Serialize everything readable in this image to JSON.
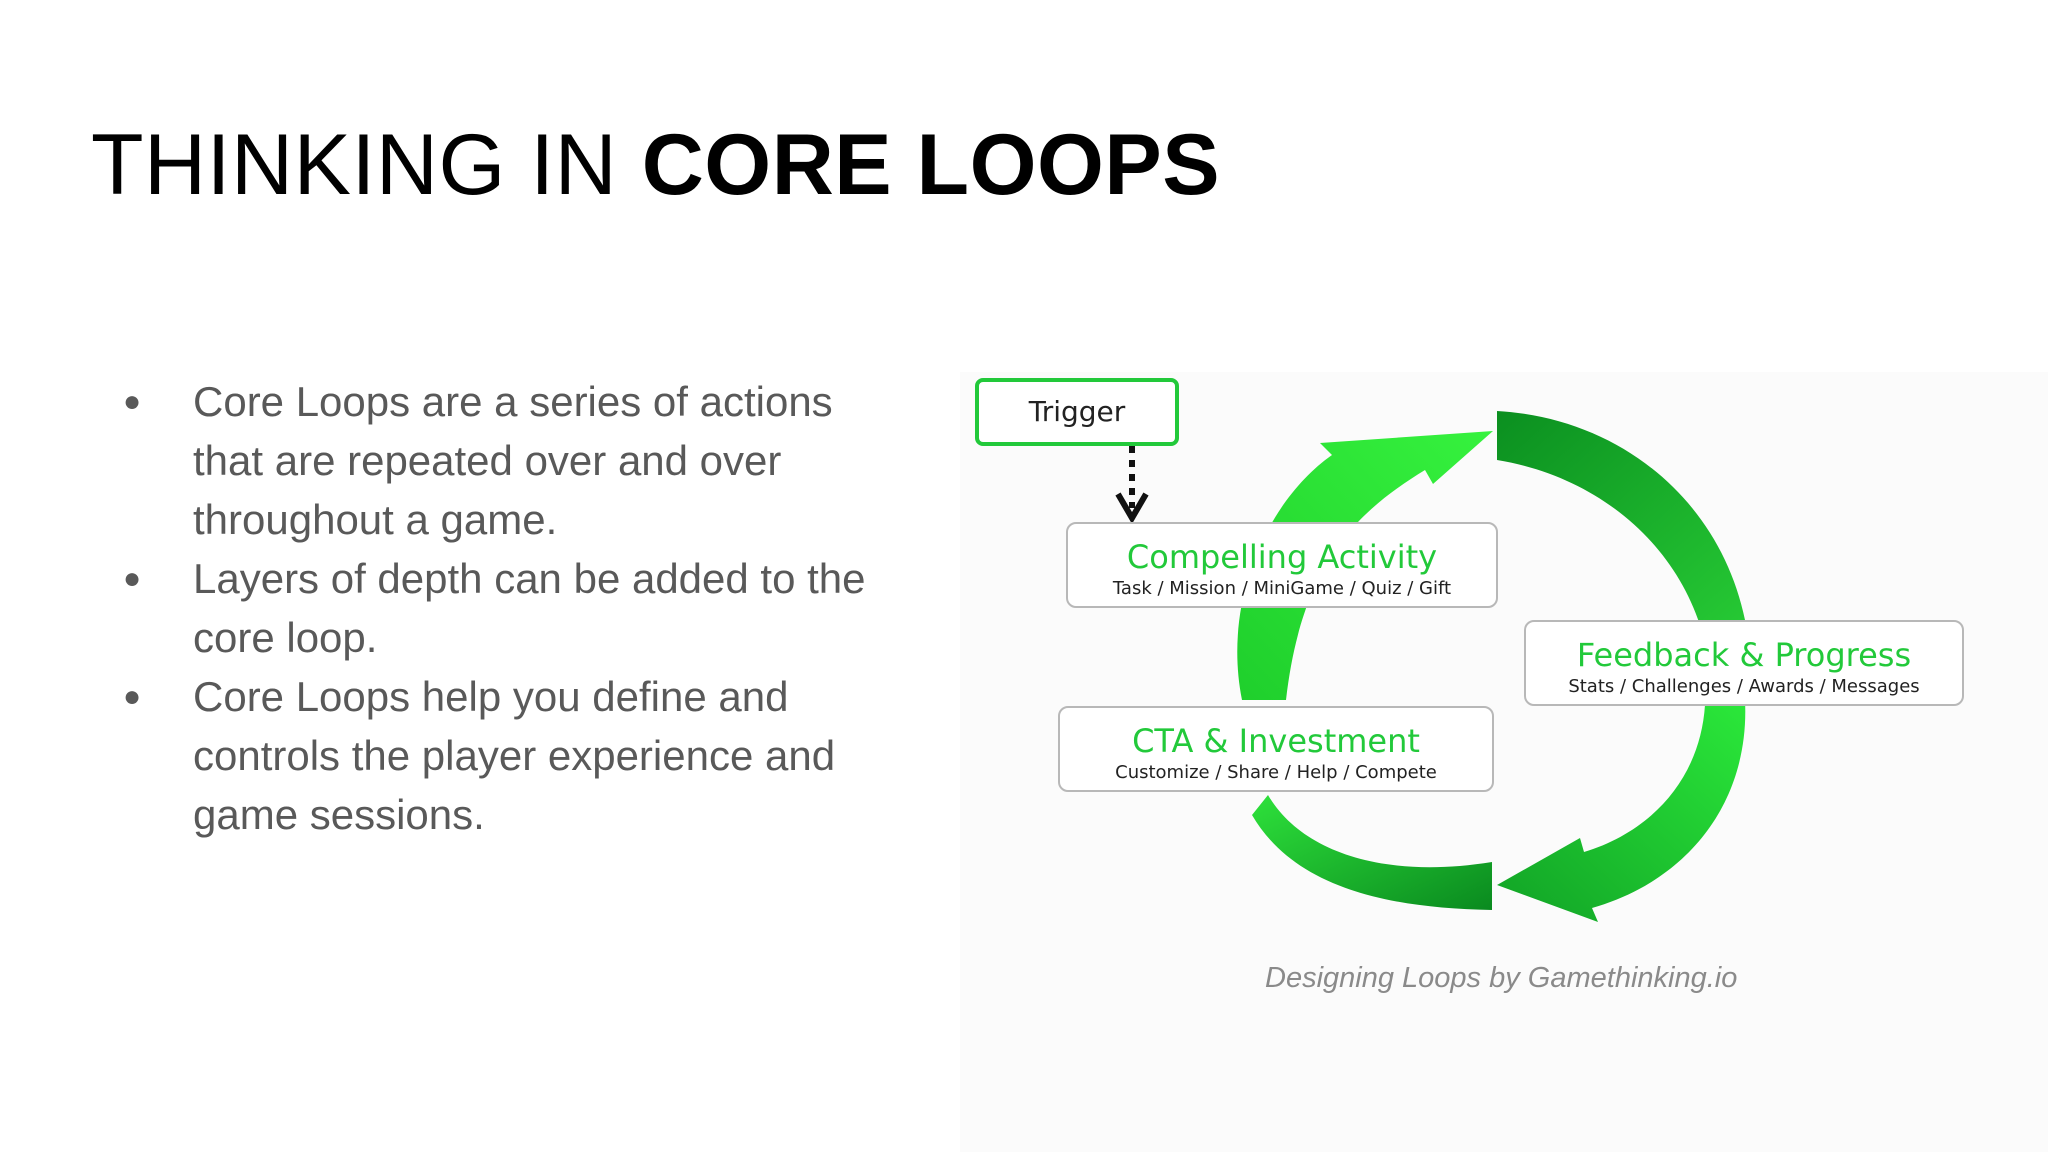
{
  "slide": {
    "title_regular": "THINKING IN ",
    "title_bold": "CORE LOOPS",
    "bullets": [
      "Core Loops are a series of actions that are repeated over and over throughout a game.",
      "Layers of depth can be added to the core loop.",
      "Core Loops help you define and controls the player experience and game sessions."
    ],
    "bullet_glyph": "●"
  },
  "diagram": {
    "trigger": "Trigger",
    "boxes": {
      "compelling": {
        "title": "Compelling Activity",
        "subtitle": "Task / Mission / MiniGame / Quiz  / Gift"
      },
      "feedback": {
        "title": "Feedback & Progress",
        "subtitle": "Stats / Challenges / Awards / Messages"
      },
      "cta": {
        "title": "CTA & Investment",
        "subtitle": "Customize / Share / Help / Compete"
      }
    },
    "colors": {
      "accent_green": "#22c93a",
      "dark_green": "#0f9a25",
      "bright_green": "#2ef23a"
    }
  },
  "caption": "Designing Loops by Gamethinking.io"
}
